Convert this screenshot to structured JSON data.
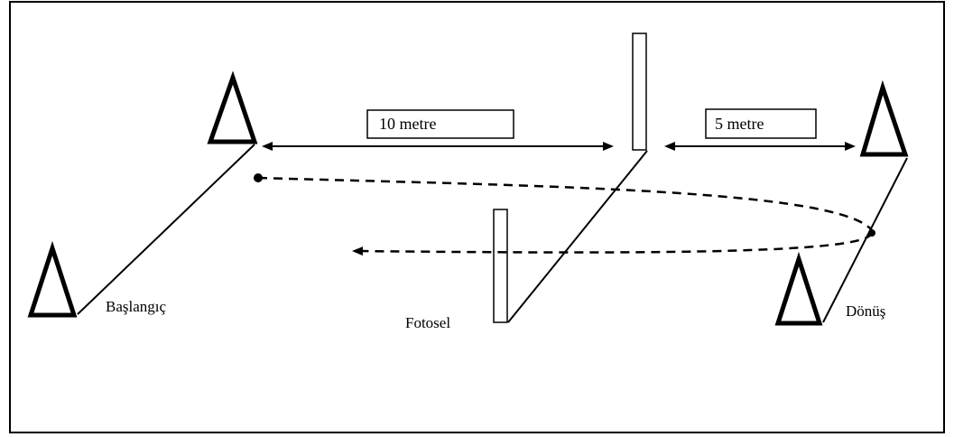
{
  "labels": {
    "start": "Başlangıç",
    "photocell": "Fotosel",
    "turn": "Dönüş",
    "distance_1": "10 metre",
    "distance_2": "5 metre"
  },
  "colors": {
    "stroke": "#000000",
    "background": "#ffffff"
  }
}
